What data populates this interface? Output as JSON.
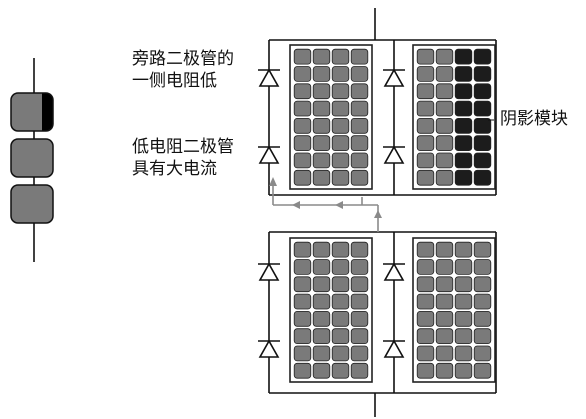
{
  "labels": {
    "bypass_low_side_line1": "旁路二极管的",
    "bypass_low_side_line2": "一侧电阻低",
    "low_res_diode_line1": "低电阻二极管",
    "low_res_diode_line2": "具有大电流",
    "shaded_module": "阴影模块"
  },
  "colors": {
    "wire": "#111111",
    "cell_normal": "#7a7a7a",
    "cell_shaded": "#1c1c1c",
    "current_arrow": "#8a8a8a",
    "module_border": "#222222"
  },
  "modules": [
    {
      "name": "top-left",
      "shaded_columns": 0
    },
    {
      "name": "top-right",
      "shaded_columns": 2
    },
    {
      "name": "bottom-left",
      "shaded_columns": 0
    },
    {
      "name": "bottom-right",
      "shaded_columns": 0
    }
  ],
  "grid": {
    "columns": 4,
    "rows": 8
  },
  "string_cells": {
    "count": 3,
    "shaded_fraction_first_cell": 0.25
  }
}
